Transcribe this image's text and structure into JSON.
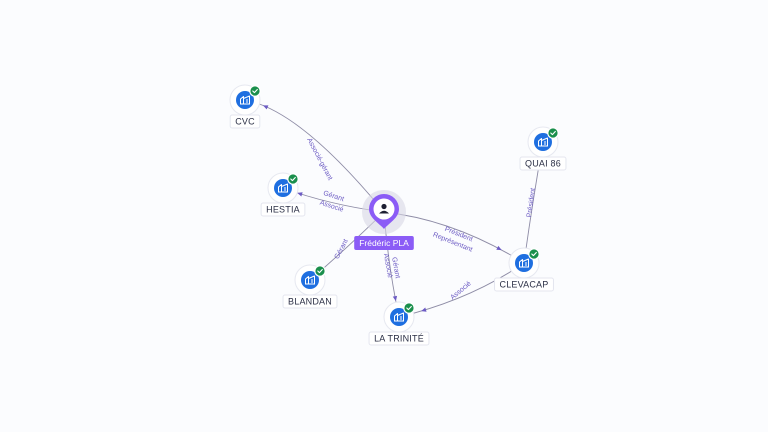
{
  "person": {
    "name": "Frédéric PLA",
    "icon": "person-icon",
    "color": "#8b5cf6"
  },
  "companies": [
    {
      "id": "cvc",
      "name": "CVC",
      "icon": "building-icon",
      "verified": true
    },
    {
      "id": "hestia",
      "name": "HESTIA",
      "icon": "building-icon",
      "verified": true
    },
    {
      "id": "blandan",
      "name": "BLANDAN",
      "icon": "building-icon",
      "verified": true
    },
    {
      "id": "latrinite",
      "name": "LA TRINITÉ",
      "icon": "building-icon",
      "verified": true
    },
    {
      "id": "clevacap",
      "name": "CLEVACAP",
      "icon": "building-icon",
      "verified": true
    },
    {
      "id": "quai86",
      "name": "QUAI 86",
      "icon": "building-icon",
      "verified": true
    }
  ],
  "relations": [
    {
      "from": "person",
      "to": "cvc",
      "labels": [
        "Associé-gérant"
      ]
    },
    {
      "from": "person",
      "to": "hestia",
      "labels": [
        "Gérant",
        "Associé"
      ]
    },
    {
      "from": "person",
      "to": "blandan",
      "labels": [
        "Gérant"
      ]
    },
    {
      "from": "person",
      "to": "latrinite",
      "labels": [
        "Gérant",
        "Associé"
      ]
    },
    {
      "from": "person",
      "to": "clevacap",
      "labels": [
        "Président",
        "Représentant"
      ]
    },
    {
      "from": "clevacap",
      "to": "latrinite",
      "labels": [
        "Associé"
      ]
    },
    {
      "from": "clevacap",
      "to": "quai86",
      "labels": [
        "Président"
      ]
    }
  ],
  "colors": {
    "company": "#1f6fe0",
    "verified": "#1a8f4c",
    "edge_label": "#6c5bc4",
    "edge": "#8e8ca6"
  }
}
